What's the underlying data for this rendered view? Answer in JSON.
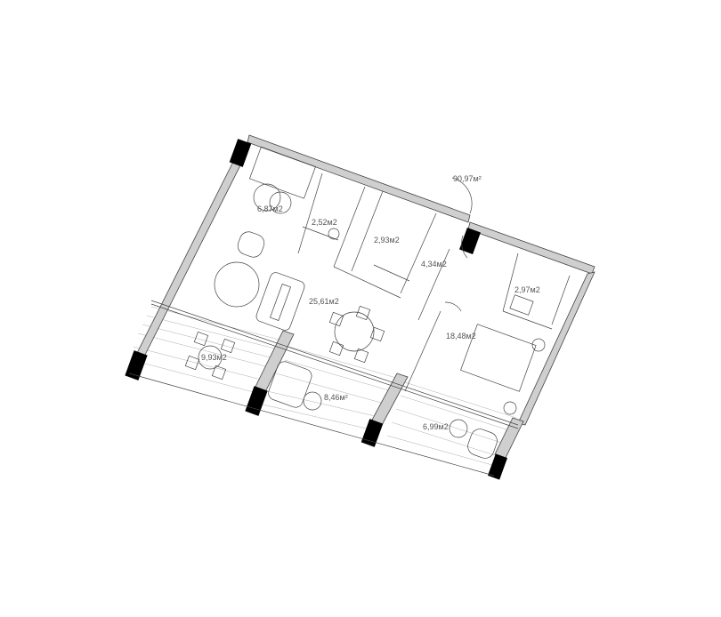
{
  "plan": {
    "total_area": "90,97м²",
    "rooms": {
      "kitchen": "6,87м2",
      "bath1": "2,52м2",
      "wardrobe": "2,93м2",
      "hall": "4,34м2",
      "living": "25,61м2",
      "bath2": "2,97м2",
      "bedroom": "18,48м2",
      "balcony1": "9,93м2",
      "balcony2": "8,46м²",
      "balcony3": "6,99м2"
    }
  }
}
